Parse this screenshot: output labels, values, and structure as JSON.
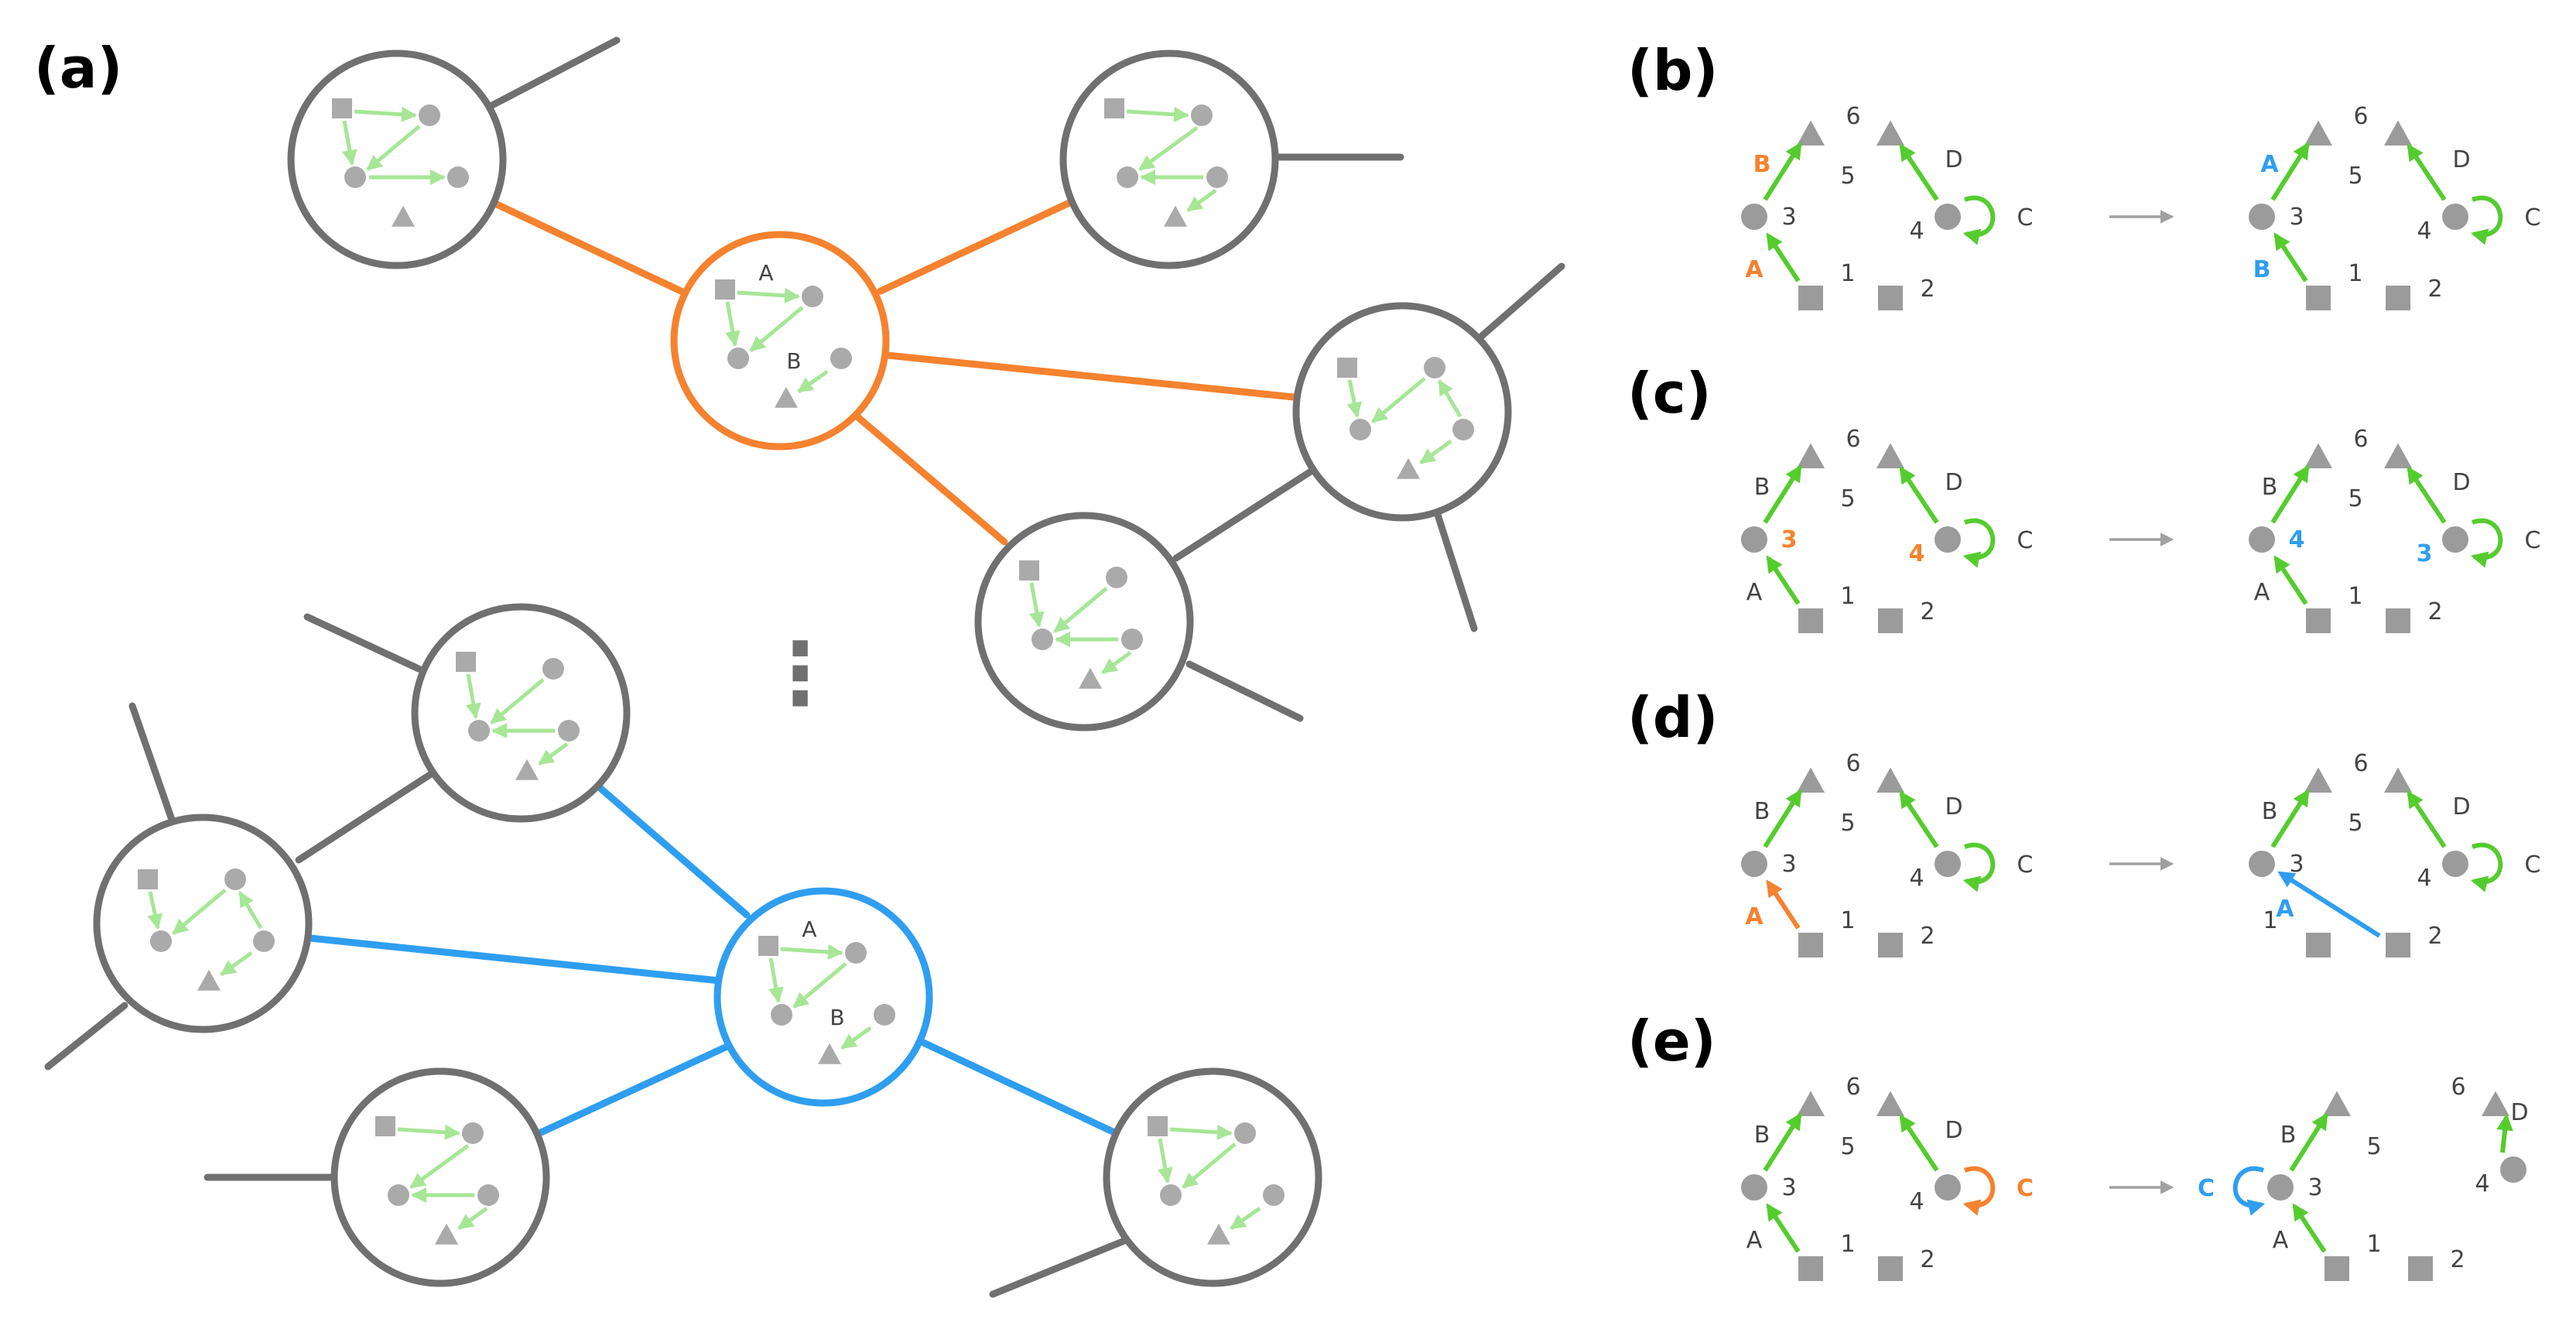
{
  "colors": {
    "orange": "#F5822F",
    "blue": "#2F9EF0",
    "gray": "#707070",
    "shape": "#9B9B9B",
    "light_shape": "#AAAAAA",
    "green": "#55CC2E",
    "light_green": "#A6E696",
    "arrow": "#A0A0A0"
  },
  "panels": {
    "a": "(a)",
    "b": "(b)",
    "c": "(c)",
    "d": "(d)",
    "e": "(e)"
  },
  "network": {
    "ellipsis": "⋮",
    "orange_node": {
      "label_a": "A",
      "label_b": "B"
    },
    "blue_node": {
      "label_a": "A",
      "label_b": "B"
    }
  },
  "graph_labels": {
    "n1": "1",
    "n2": "2",
    "n3": "3",
    "n4": "4",
    "n5": "5",
    "n6": "6",
    "eA": "A",
    "eB": "B",
    "eC": "C",
    "eD": "D"
  },
  "mutation": {
    "b": {
      "before_top_edge": "B",
      "before_bottom_edge": "A",
      "after_top_edge": "A",
      "after_bottom_edge": "B"
    },
    "c": {
      "before_left_node": "3",
      "before_right_node": "4",
      "after_left_node": "4",
      "after_right_node": "3"
    },
    "d": {
      "before_edge": "A",
      "after_edge": "A"
    },
    "e": {
      "before_edge": "C",
      "after_edge": "C"
    }
  }
}
